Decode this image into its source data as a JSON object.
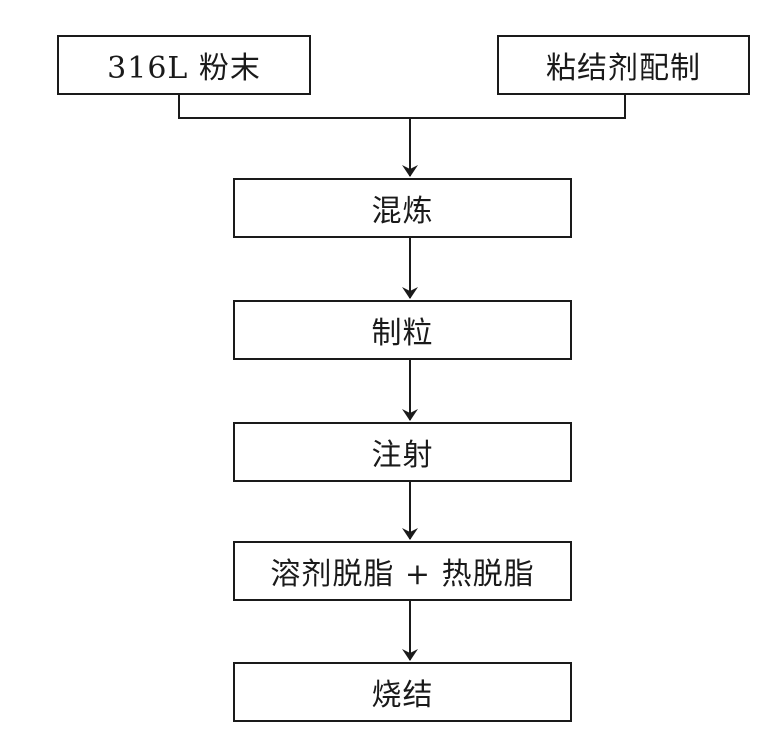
{
  "diagram": {
    "title": "",
    "steps": {
      "powder": "316L 粉末",
      "binder": "粘结剂配制",
      "mixing": "混炼",
      "granulation": "制粒",
      "injection": "注射",
      "debinding": "溶剂脱脂 + 热脱脂",
      "sintering": "烧结"
    },
    "edges": [
      {
        "from": "powder",
        "to": "mixing"
      },
      {
        "from": "binder",
        "to": "mixing"
      },
      {
        "from": "mixing",
        "to": "granulation"
      },
      {
        "from": "granulation",
        "to": "injection"
      },
      {
        "from": "injection",
        "to": "debinding"
      },
      {
        "from": "debinding",
        "to": "sintering"
      }
    ]
  },
  "colors": {
    "line": "#1a1a1a",
    "background": "#ffffff"
  }
}
